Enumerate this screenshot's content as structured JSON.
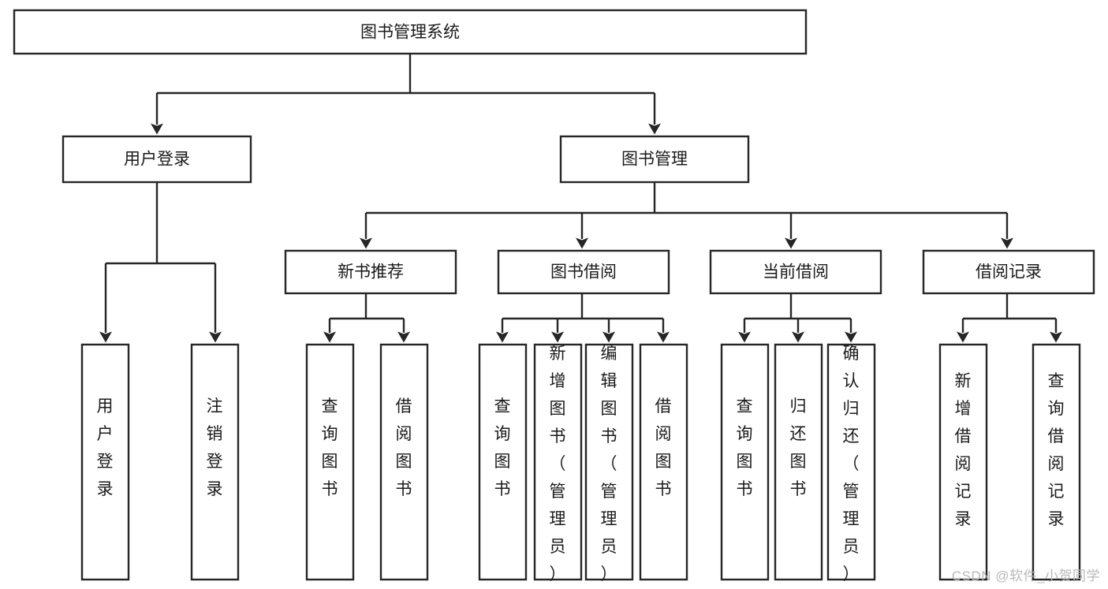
{
  "diagram": {
    "type": "tree-hierarchy-chart",
    "title": "图书管理系统",
    "watermark": "CSDN @软件_小贺同学",
    "colors": {
      "background": "#ffffff",
      "stroke": "#262626",
      "node_fill": "#ffffff",
      "text": "#1a1a1a",
      "watermark": "#b8b8b8"
    },
    "levels": [
      {
        "level": 1,
        "nodes": [
          {
            "id": "root",
            "label": "图书管理系统",
            "orientation": "horizontal"
          }
        ]
      },
      {
        "level": 2,
        "nodes": [
          {
            "id": "user-login",
            "label": "用户登录",
            "orientation": "horizontal",
            "parent": "root"
          },
          {
            "id": "book-manage",
            "label": "图书管理",
            "orientation": "horizontal",
            "parent": "root"
          }
        ]
      },
      {
        "level": 3,
        "nodes": [
          {
            "id": "new-book-recommend",
            "label": "新书推荐",
            "orientation": "horizontal",
            "parent": "book-manage"
          },
          {
            "id": "book-borrow",
            "label": "图书借阅",
            "orientation": "horizontal",
            "parent": "book-manage"
          },
          {
            "id": "current-borrow",
            "label": "当前借阅",
            "orientation": "horizontal",
            "parent": "book-manage"
          },
          {
            "id": "borrow-record",
            "label": "借阅记录",
            "orientation": "horizontal",
            "parent": "book-manage"
          }
        ]
      },
      {
        "level": 4,
        "nodes": [
          {
            "id": "leaf-user-login",
            "label": "用户登录",
            "orientation": "vertical",
            "parent": "user-login"
          },
          {
            "id": "leaf-logout-login",
            "label": "注销登录",
            "orientation": "vertical",
            "parent": "user-login"
          },
          {
            "id": "leaf-query-book-1",
            "label": "查询图书",
            "orientation": "vertical",
            "parent": "new-book-recommend"
          },
          {
            "id": "leaf-borrow-book-1",
            "label": "借阅图书",
            "orientation": "vertical",
            "parent": "new-book-recommend"
          },
          {
            "id": "leaf-query-book-2",
            "label": "查询图书",
            "orientation": "vertical",
            "parent": "book-borrow"
          },
          {
            "id": "leaf-add-book",
            "label": "新增图书（管理员）",
            "orientation": "vertical",
            "parent": "book-borrow"
          },
          {
            "id": "leaf-edit-book",
            "label": "编辑图书（管理员）",
            "orientation": "vertical",
            "parent": "book-borrow"
          },
          {
            "id": "leaf-borrow-book-2",
            "label": "借阅图书",
            "orientation": "vertical",
            "parent": "book-borrow"
          },
          {
            "id": "leaf-query-book-3",
            "label": "查询图书",
            "orientation": "vertical",
            "parent": "current-borrow"
          },
          {
            "id": "leaf-return-book",
            "label": "归还图书",
            "orientation": "vertical",
            "parent": "current-borrow"
          },
          {
            "id": "leaf-confirm-return",
            "label": "确认归还（管理员）",
            "orientation": "vertical",
            "parent": "current-borrow"
          },
          {
            "id": "leaf-add-record",
            "label": "新增借阅记录",
            "orientation": "vertical",
            "parent": "borrow-record"
          },
          {
            "id": "leaf-query-record",
            "label": "查询借阅记录",
            "orientation": "vertical",
            "parent": "borrow-record"
          }
        ]
      }
    ]
  }
}
